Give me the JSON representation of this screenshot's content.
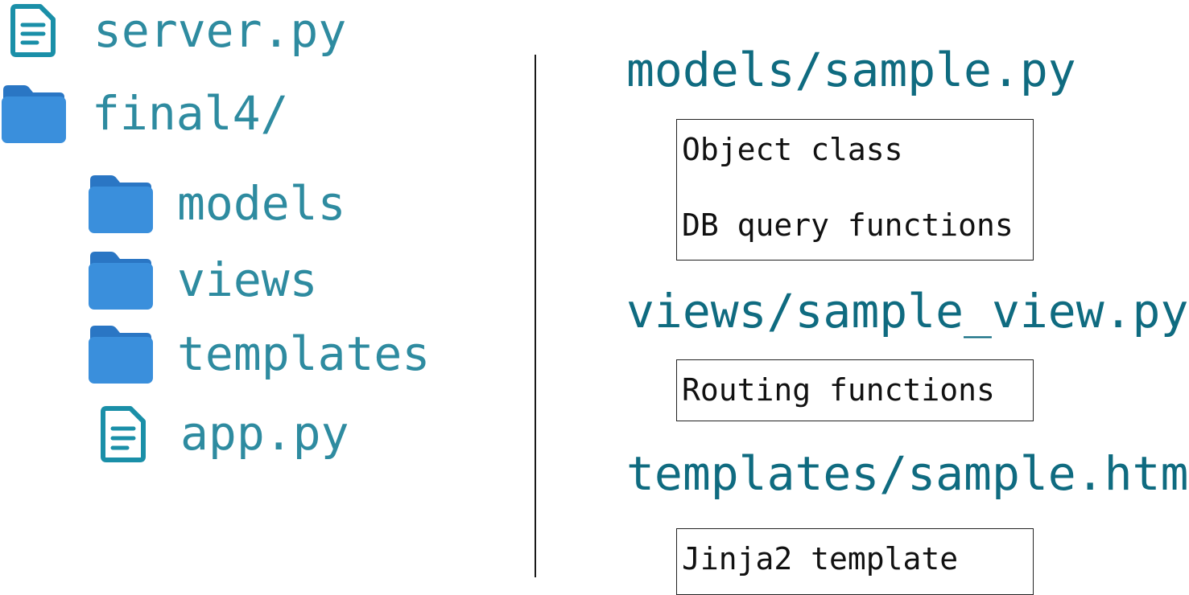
{
  "tree": {
    "server_file": "server.py",
    "root_folder": "final4/",
    "models_folder": "models",
    "views_folder": "views",
    "templates_folder": "templates",
    "app_file": "app.py"
  },
  "details": {
    "models": {
      "path": "models/sample.py",
      "lines": [
        "Object class",
        "DB query functions"
      ]
    },
    "views": {
      "path": "views/sample_view.py",
      "lines": [
        "Routing functions"
      ]
    },
    "templates": {
      "path": "templates/sample.html",
      "lines": [
        "Jinja2 template"
      ]
    }
  },
  "colors": {
    "tree_text": "#2e8ba0",
    "path_text": "#0f6b80",
    "folder": "#3a8fdc",
    "file_icon": "#1a8fa8"
  }
}
